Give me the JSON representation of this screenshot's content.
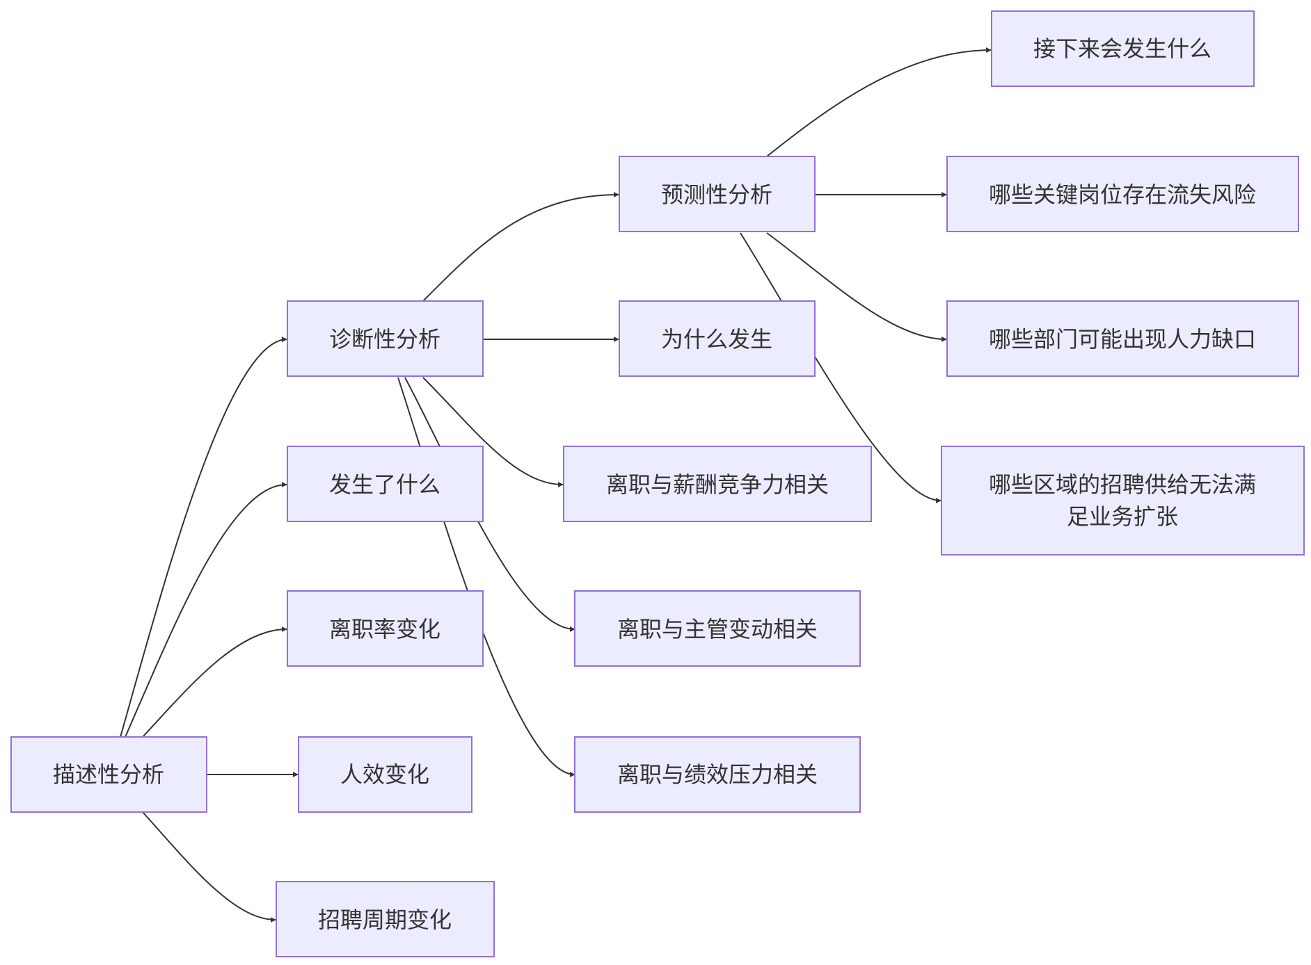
{
  "nodes": {
    "descriptive": "描述性分析",
    "diagnostic": "诊断性分析",
    "what_happened": "发生了什么",
    "turnover_rate_change": "离职率变化",
    "efficiency_change": "人效变化",
    "recruit_cycle_change": "招聘周期变化",
    "predictive": "预测性分析",
    "why_happened": "为什么发生",
    "turnover_salary": "离职与薪酬竞争力相关",
    "turnover_manager": "离职与主管变动相关",
    "turnover_performance": "离职与绩效压力相关",
    "what_next": "接下来会发生什么",
    "key_roles_risk": "哪些关键岗位存在流失风险",
    "dept_gap": "哪些部门可能出现人力缺口",
    "region_supply_line1": "哪些区域的招聘供给无法满",
    "region_supply_line2": "足业务扩张"
  },
  "colors": {
    "node_fill": "#ececff",
    "node_stroke": "#9370db",
    "edge": "#333333",
    "text": "#333333"
  }
}
